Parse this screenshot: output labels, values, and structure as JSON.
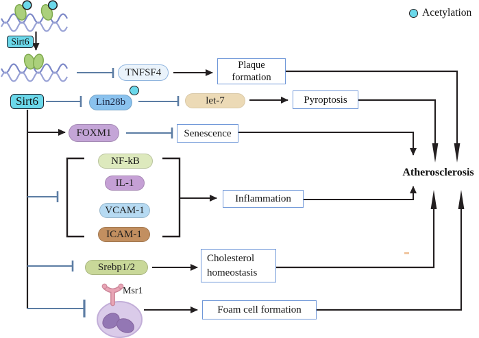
{
  "legend": {
    "acetylation": "Acetylation"
  },
  "molecules": {
    "sirt6_top": "Sirt6",
    "sirt6": "Sirt6",
    "tnfsf4": "TNFSF4",
    "lin28b": "Lin28b",
    "let7": "let-7",
    "foxm1": "FOXM1",
    "nfkb": "NF-kB",
    "il1": "IL-1",
    "vcam1": "VCAM-1",
    "icam1": "ICAM-1",
    "srebp12": "Srebp1/2",
    "msr1": "Msr1"
  },
  "outcomes": {
    "plaque": "Plaque formation",
    "pyroptosis": "Pyroptosis",
    "senescence": "Senescence",
    "inflammation": "Inflammation",
    "cholesterol": "Cholesterol homeostasis",
    "foam": "Foam cell formation",
    "atherosclerosis": "Atherosclerosis"
  },
  "edges": [
    {
      "from": "Sirt6",
      "to": "acetylated histones on DNA",
      "type": "deacetylates"
    },
    {
      "from": "deacetylated chromatin",
      "to": "TNFSF4",
      "type": "inhibits"
    },
    {
      "from": "TNFSF4",
      "to": "Plaque formation",
      "type": "promotes"
    },
    {
      "from": "Sirt6",
      "to": "Lin28b",
      "type": "inhibits"
    },
    {
      "from": "Lin28b",
      "to": "let-7",
      "type": "inhibits"
    },
    {
      "from": "let-7",
      "to": "Pyroptosis",
      "type": "promotes"
    },
    {
      "from": "Sirt6",
      "to": "FOXM1",
      "type": "activates"
    },
    {
      "from": "FOXM1",
      "to": "Senescence",
      "type": "inhibits"
    },
    {
      "from": "Sirt6",
      "to": "NF-kB, IL-1, VCAM-1, ICAM-1",
      "type": "inhibits"
    },
    {
      "from": "NF-kB, IL-1, VCAM-1, ICAM-1",
      "to": "Inflammation",
      "type": "promotes"
    },
    {
      "from": "Sirt6",
      "to": "Srebp1/2",
      "type": "inhibits"
    },
    {
      "from": "Srebp1/2",
      "to": "Cholesterol homeostasis",
      "type": "promotes"
    },
    {
      "from": "Sirt6",
      "to": "Msr1 macrophage",
      "type": "inhibits"
    },
    {
      "from": "Msr1 macrophage",
      "to": "Foam cell formation",
      "type": "promotes"
    },
    {
      "from": "Plaque formation",
      "to": "Atherosclerosis",
      "type": "promotes"
    },
    {
      "from": "Pyroptosis",
      "to": "Atherosclerosis",
      "type": "promotes"
    },
    {
      "from": "Senescence",
      "to": "Atherosclerosis",
      "type": "promotes"
    },
    {
      "from": "Inflammation",
      "to": "Atherosclerosis",
      "type": "promotes"
    },
    {
      "from": "Cholesterol homeostasis",
      "to": "Atherosclerosis",
      "type": "promotes"
    },
    {
      "from": "Foam cell formation",
      "to": "Atherosclerosis",
      "type": "promotes"
    }
  ],
  "colors": {
    "acetyl": "#6bd8ea",
    "sirt6_fill": "#6bd8ea",
    "histone_fill": "#abd07c",
    "histone_stroke": "#7fa94e",
    "dna_strand1": "#7b87c7",
    "dna_strand2": "#9aa3d6",
    "tnfsf4_fill": "#eaf3fb",
    "tnfsf4_border": "#8fb4de",
    "lin28b_fill": "#8ac2ee",
    "let7_fill": "#ecdab6",
    "foxm1_fill": "#c4a5d7",
    "nfkb_fill": "#dde9bd",
    "il1_fill": "#c5a0d5",
    "vcam1_fill": "#b6daf2",
    "icam1_fill": "#c28f60",
    "srebp_fill": "#c9d899",
    "box_border": "#6f97d8",
    "inhibit": "#5b7ca3",
    "arrow": "#231f20",
    "cell_fill": "#dacbe9",
    "cell_border": "#c2aed8",
    "nucleus": "#9377b4",
    "receptor": "#e8a5b5",
    "receptor_edge": "#cb8598",
    "artifact": "#eebd92"
  }
}
